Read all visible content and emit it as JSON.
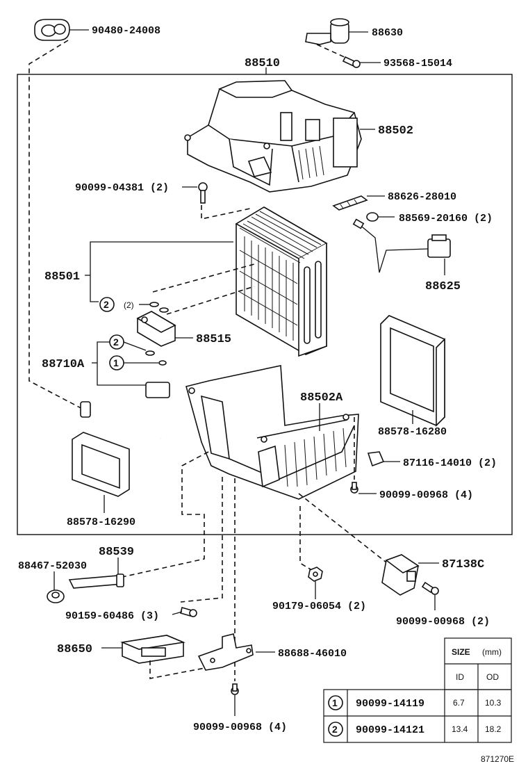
{
  "diagram_code": "871270E",
  "assembly_number": "88510",
  "parts": {
    "p90480": "90480-24008",
    "p88630": "88630",
    "p93568": "93568-15014",
    "p88502": "88502",
    "p90099_04381": "90099-04381 (2)",
    "p88626": "88626-28010",
    "p88569": "88569-20160 (2)",
    "p88501": "88501",
    "p88625": "88625",
    "p88515": "88515",
    "p88710a": "88710A",
    "p88502a": "88502A",
    "p88578_16280": "88578-16280",
    "p87116": "87116-14010 (2)",
    "p90099_00968_4a": "90099-00968 (4)",
    "p88578_16290": "88578-16290",
    "p88539": "88539",
    "p88467": "88467-52030",
    "p87138c": "87138C",
    "p90159": "90159-60486 (3)",
    "p90179": "90179-06054 (2)",
    "p90099_00968_2": "90099-00968 (2)",
    "p88650": "88650",
    "p88688": "88688-46010",
    "p90099_00968_4b": "90099-00968 (4)"
  },
  "callouts": {
    "c2_a": "2",
    "c2_a_qty": "(2)",
    "c2_b": "2",
    "c1": "1"
  },
  "size_table": {
    "header": "SIZE",
    "unit": "(mm)",
    "col_id": "ID",
    "col_od": "OD",
    "rows": [
      {
        "key": "1",
        "part": "90099-14119",
        "id": "6.7",
        "od": "10.3"
      },
      {
        "key": "2",
        "part": "90099-14121",
        "id": "13.4",
        "od": "18.2"
      }
    ]
  }
}
